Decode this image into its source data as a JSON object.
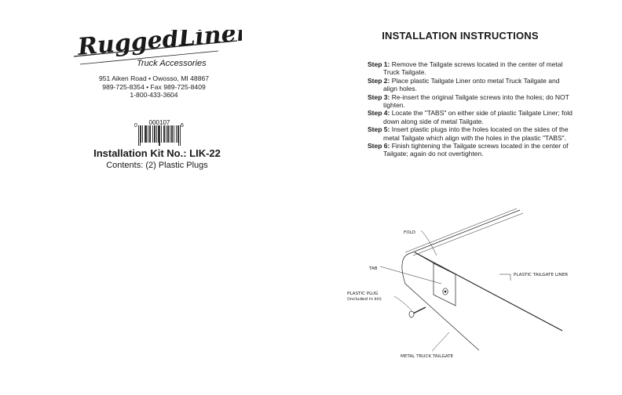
{
  "brand": {
    "logo_text": "RuggedLiner",
    "tagline": "Truck Accessories"
  },
  "contact": {
    "address": "951 Aiken Road • Owosso, MI 48867",
    "phone_fax": "989-725-8354 • Fax 989-725-8409",
    "toll_free": "1-800-433-3604"
  },
  "barcode": {
    "left_digit": "0",
    "middle": "000107",
    "right_digit": "6"
  },
  "kit": {
    "title": "Installation Kit No.: LIK-22",
    "contents": "Contents: (2) Plastic Plugs"
  },
  "instructions": {
    "heading": "INSTALLATION INSTRUCTIONS",
    "steps": [
      {
        "label": "Step 1:",
        "text": "Remove the Tailgate screws located in the center of metal Truck Tailgate."
      },
      {
        "label": "Step 2:",
        "text": "Place plastic Tailgate Liner onto metal Truck Tailgate and align holes."
      },
      {
        "label": "Step 3:",
        "text": "Re-insert the original Tailgate screws into the holes; do NOT tighten."
      },
      {
        "label": "Step 4:",
        "text": "Locate the \"TABS\" on either side of plastic Tailgate Liner; fold down along side of metal Tailgate."
      },
      {
        "label": "Step 5:",
        "text": "Insert plastic plugs into the holes located on the sides of the metal Tailgate which align with the holes in the plastic \"TABS\"."
      },
      {
        "label": "Step 6:",
        "text": "Finish tightening the Tailgate screws located in the center of Tailgate; again do not overtighten."
      }
    ]
  },
  "diagram": {
    "fold": "FOLD",
    "tab": "TAB",
    "liner": "PLASTIC TAILGATE LINER",
    "plug": "PLASTIC PLUG",
    "plug_note": "(included in kit)",
    "tailgate": "METAL TRUCK TAILGATE"
  }
}
